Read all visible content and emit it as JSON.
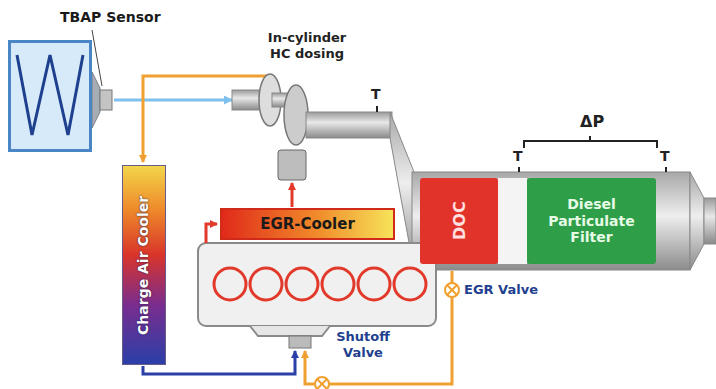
{
  "diagram": {
    "nodes": [
      {
        "text": [
          "TBAP Sensor"
        ]
      },
      {
        "text": [
          "DOC"
        ]
      },
      {
        "text": [
          "Diesel Particulate Filter"
        ]
      },
      {
        "text": [
          "EGR-Cooler"
        ]
      },
      {
        "text": [
          "Charge Air Cooler"
        ]
      }
    ],
    "labels": [
      "In-cylinder HC dosing",
      "ΔP",
      "T",
      "T",
      "T",
      "EGR Valve",
      "Shutoff Valve"
    ]
  }
}
